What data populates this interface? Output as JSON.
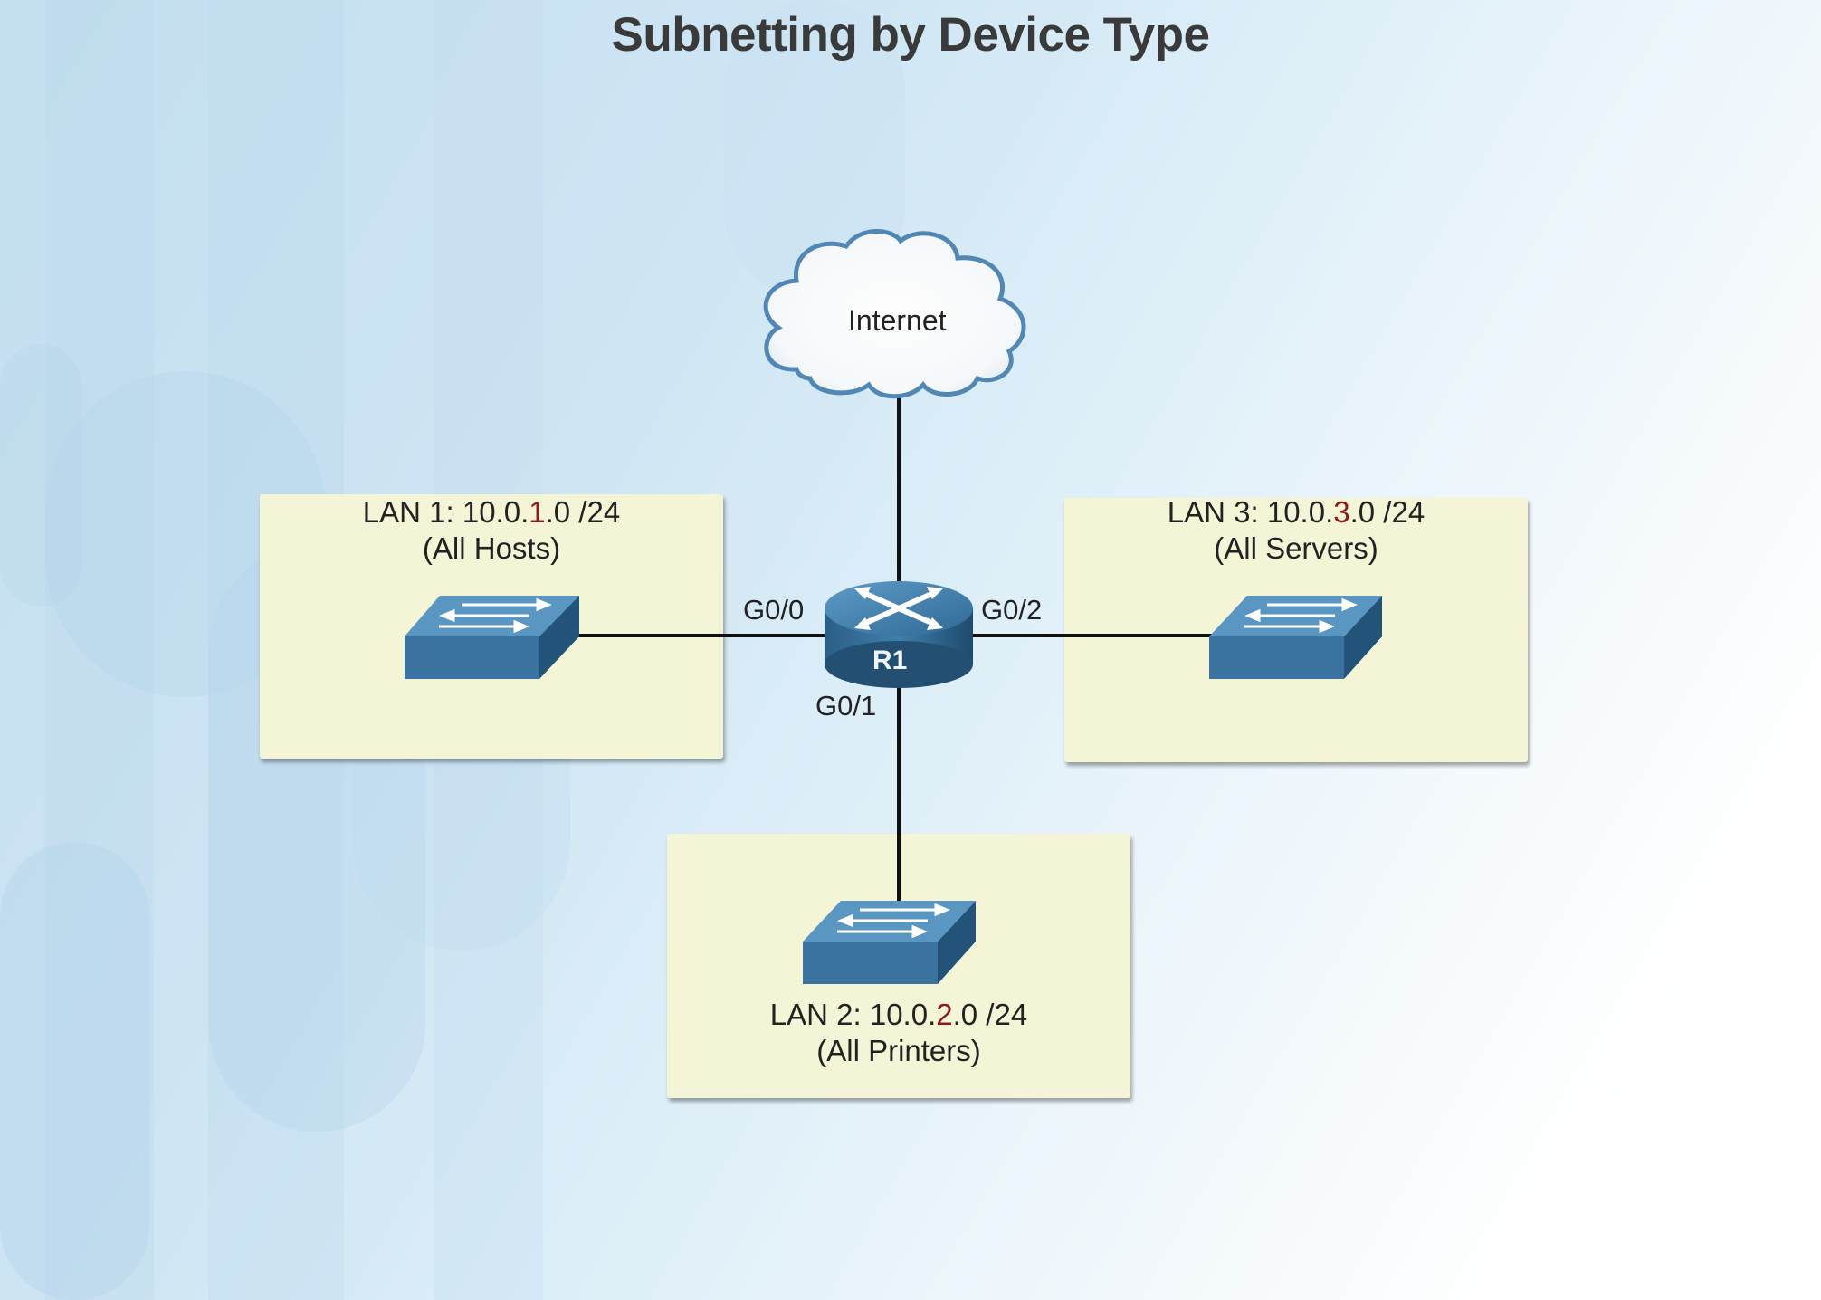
{
  "title": "Subnetting by Device Type",
  "internet": {
    "label": "Internet"
  },
  "router": {
    "label": "R1"
  },
  "ports": {
    "g00": "G0/0",
    "g01": "G0/1",
    "g02": "G0/2"
  },
  "lans": [
    {
      "prefix": "LAN 1: 10.0.",
      "octet": "1",
      "suffix": ".0 /24",
      "desc": "(All Hosts)"
    },
    {
      "prefix": "LAN 2: 10.0.",
      "octet": "2",
      "suffix": ".0 /24",
      "desc": "(All Printers)"
    },
    {
      "prefix": "LAN 3: 10.0.",
      "octet": "3",
      "suffix": ".0 /24",
      "desc": "(All Servers)"
    }
  ],
  "colors": {
    "lan_box": "#f4f4d6",
    "octet_highlight": "#8b1a1a",
    "device_blue": "#3d78a6",
    "link": "#111111"
  }
}
